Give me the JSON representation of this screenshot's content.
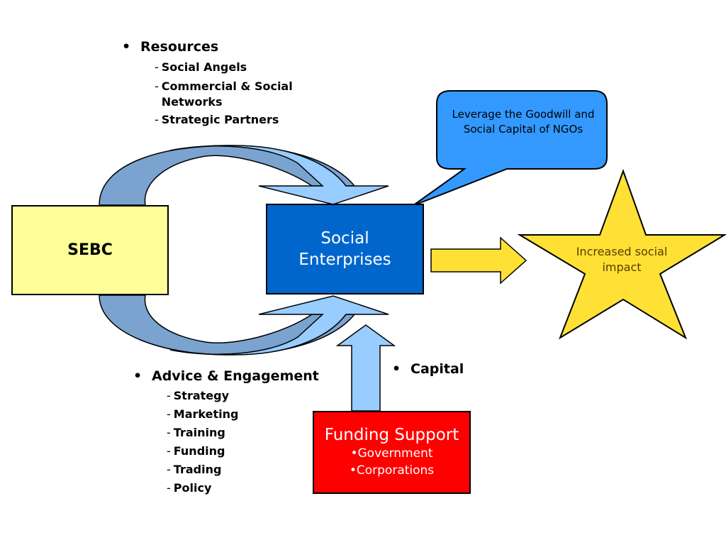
{
  "resources": {
    "heading": "Resources",
    "items": [
      "Social Angels",
      "Commercial & Social Networks",
      "Strategic Partners"
    ]
  },
  "advice": {
    "heading": "Advice & Engagement",
    "items": [
      "Strategy",
      "Marketing",
      "Training",
      "Funding",
      "Trading",
      "Policy"
    ]
  },
  "capital": {
    "heading": "Capital"
  },
  "sebc": {
    "label": "SEBC"
  },
  "social_enterprises": {
    "line1": "Social",
    "line2": "Enterprises"
  },
  "funding_support": {
    "title": "Funding Support",
    "items": [
      "•Government",
      "•Corporations"
    ]
  },
  "callout": {
    "text": "Leverage the Goodwill and Social Capital of NGOs"
  },
  "star": {
    "text": "Increased social impact"
  },
  "colors": {
    "sebc_fill": "#ffff99",
    "social_enterprises_fill": "#0066cc",
    "funding_fill": "#ff0000",
    "callout_fill": "#3399ff",
    "star_fill": "#ffe135",
    "arrow_light": "#99ccff",
    "arrow_dark": "#6b9bcc",
    "impact_arrow_fill": "#ffe135"
  },
  "bullet_glyph": "•",
  "dash_glyph": "-"
}
